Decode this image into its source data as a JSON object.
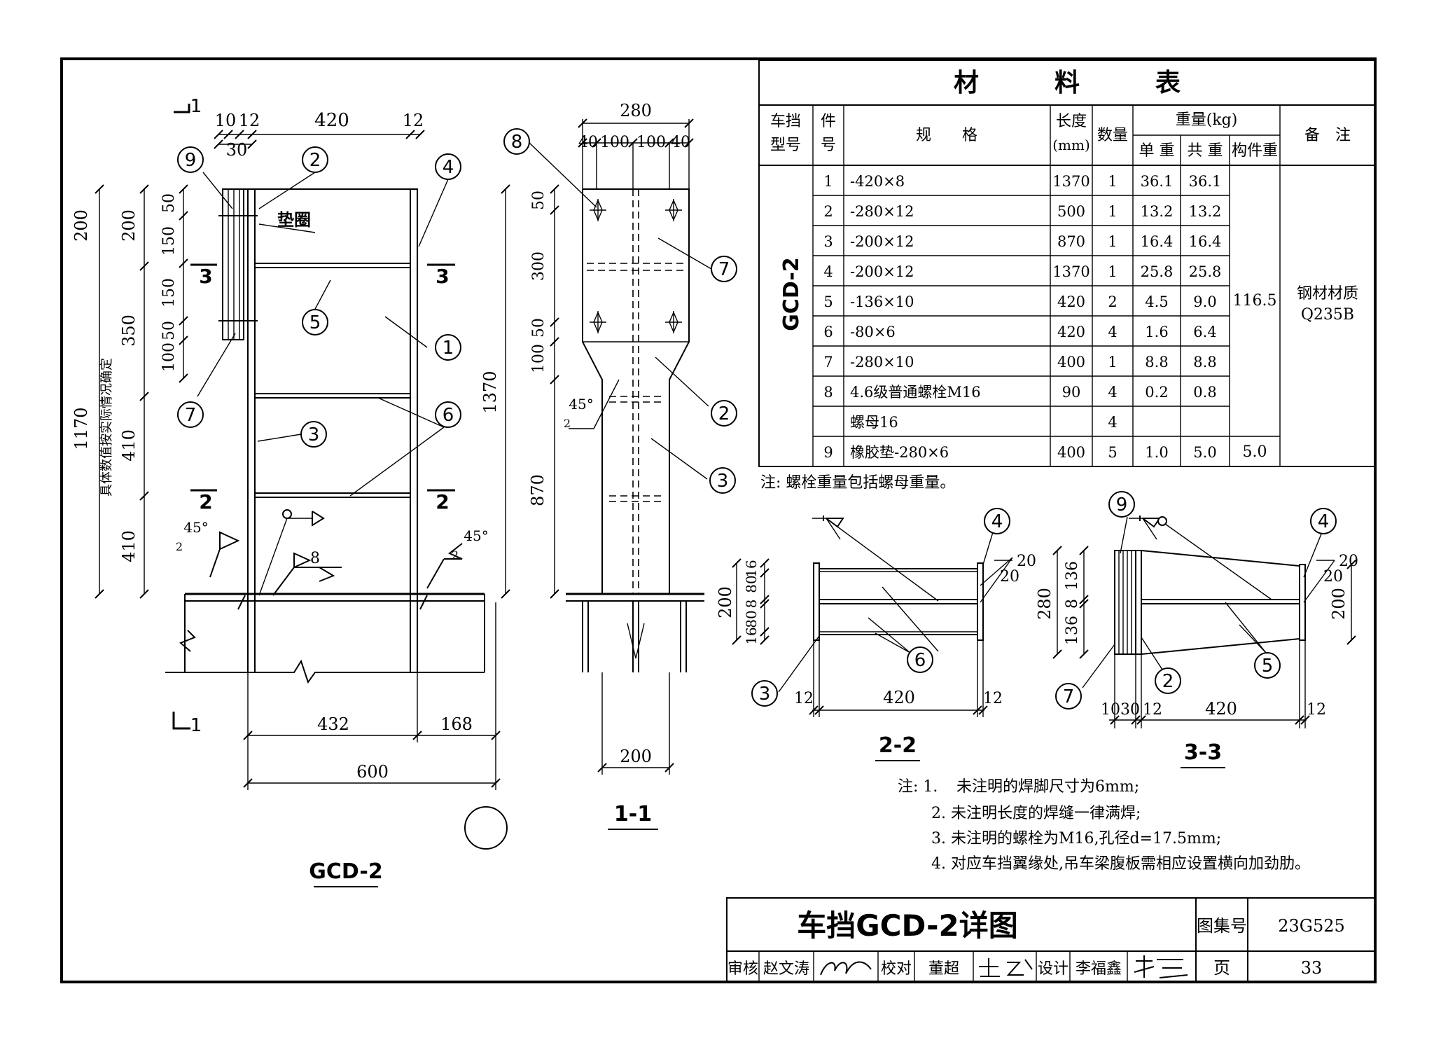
{
  "sheet": {
    "title": "车挡GCD-2详图",
    "atlas_label": "图集号",
    "atlas_no": "23G525",
    "page_label": "页",
    "page_no": "33",
    "review_label": "审核",
    "reviewer": "赵文涛",
    "check_label": "校对",
    "checker": "董超",
    "design_label": "设计",
    "designer": "李福鑫"
  },
  "table": {
    "title": "材　　　料　　　表",
    "headers": {
      "type": "车挡\n型号",
      "part": "件\n号",
      "spec": "规　　格",
      "length": "长度\n(mm)",
      "qty": "数量",
      "weight": "重量(kg)",
      "unit": "单 重",
      "total": "共 重",
      "member": "构件重",
      "remark": "备　注"
    },
    "model": "GCD-2",
    "member_weight": "116.5",
    "member_weight_9": "5.0",
    "remark": "钢材材质\nQ235B",
    "rows": [
      {
        "no": "1",
        "spec": "-420×8",
        "len": "1370",
        "qty": "1",
        "unit": "36.1",
        "total": "36.1"
      },
      {
        "no": "2",
        "spec": "-280×12",
        "len": "500",
        "qty": "1",
        "unit": "13.2",
        "total": "13.2"
      },
      {
        "no": "3",
        "spec": "-200×12",
        "len": "870",
        "qty": "1",
        "unit": "16.4",
        "total": "16.4"
      },
      {
        "no": "4",
        "spec": "-200×12",
        "len": "1370",
        "qty": "1",
        "unit": "25.8",
        "total": "25.8"
      },
      {
        "no": "5",
        "spec": "-136×10",
        "len": "420",
        "qty": "2",
        "unit": "4.5",
        "total": "9.0"
      },
      {
        "no": "6",
        "spec": "-80×6",
        "len": "420",
        "qty": "4",
        "unit": "1.6",
        "total": "6.4"
      },
      {
        "no": "7",
        "spec": "-280×10",
        "len": "400",
        "qty": "1",
        "unit": "8.8",
        "total": "8.8"
      },
      {
        "no": "8",
        "spec": "4.6级普通螺栓M16",
        "len": "90",
        "qty": "4",
        "unit": "0.2",
        "total": "0.8"
      },
      {
        "no": "",
        "spec": "螺母16",
        "len": "",
        "qty": "4",
        "unit": "",
        "total": ""
      },
      {
        "no": "9",
        "spec": "橡胶垫-280×6",
        "len": "400",
        "qty": "5",
        "unit": "1.0",
        "total": "5.0"
      }
    ],
    "note": "注: 螺栓重量包括螺母重量。"
  },
  "notes": {
    "heading": "注: 1.",
    "items": [
      "未注明的焊脚尺寸为6mm;",
      "2. 未注明长度的焊缝一律满焊;",
      "3. 未注明的螺栓为M16,孔径d=17.5mm;",
      "4. 对应车挡翼缘处,吊车梁腹板需相应设置横向加劲肋。"
    ]
  },
  "elevation": {
    "label": "GCD-2",
    "section_mark": "1",
    "gasket_label": "垫圈",
    "side_note": "具体数值按实际情况确定",
    "dims_top": [
      "10",
      "12",
      "30",
      "420",
      "12"
    ],
    "dims_left_outer": [
      "200",
      "1170"
    ],
    "dims_left_inner": [
      "200",
      "350",
      "410",
      "410"
    ],
    "dims_left_small": [
      "50",
      "150",
      "150",
      "50",
      "100"
    ],
    "dims_bottom": [
      "432",
      "168",
      "600"
    ],
    "angle": "45°",
    "weld_size": "2",
    "weld_8": "8",
    "cut_marks": [
      "3",
      "3",
      "2",
      "2"
    ],
    "callouts": [
      "9",
      "2",
      "4",
      "5",
      "1",
      "7",
      "3",
      "6"
    ]
  },
  "section11": {
    "label": "1-1",
    "dims_top": [
      "280",
      "40",
      "100",
      "100",
      "40"
    ],
    "dims_left": [
      "50",
      "300",
      "50",
      "100",
      "1370",
      "870"
    ],
    "dim_bottom": "200",
    "angle": "45°",
    "weld_size": "2",
    "callouts": [
      "8",
      "7",
      "2",
      "3"
    ]
  },
  "section22": {
    "label": "2-2",
    "dims_left": [
      "16",
      "80",
      "8",
      "80",
      "16",
      "200"
    ],
    "dims_bottom": [
      "12",
      "420",
      "12"
    ],
    "weld_20": "20",
    "callouts": [
      "4",
      "6",
      "3"
    ]
  },
  "section33": {
    "label": "3-3",
    "dims_left": [
      "136",
      "8",
      "136",
      "280"
    ],
    "dims_right": [
      "200"
    ],
    "dims_bottom": [
      "10",
      "30",
      "12",
      "420",
      "12"
    ],
    "weld_20": "20",
    "callouts": [
      "9",
      "4",
      "5",
      "2",
      "7"
    ]
  }
}
